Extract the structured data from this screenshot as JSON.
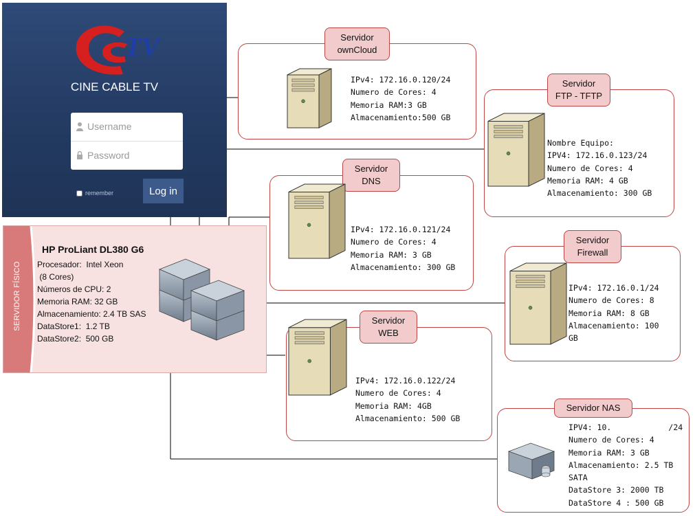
{
  "login": {
    "brand_mark": "TV",
    "brand_name": "CINE CABLE TV",
    "username_placeholder": "Username",
    "password_placeholder": "Password",
    "remember_label": "remember",
    "login_button": "Log in"
  },
  "physical_server": {
    "side_label": "SERVIDOR FÍSICO",
    "title": "HP ProLiant DL380 G6",
    "lines": [
      "Procesador:  Intel Xeon",
      " (8 Cores)",
      "Números de CPU: 2",
      "Memoria RAM: 32 GB",
      "Almacenamiento: 2.4 TB SAS",
      "DataStore1:  1.2 TB",
      "DataStore2:  500 GB"
    ]
  },
  "servers": {
    "owncloud": {
      "tag_line1": "Servidor",
      "tag_line2": "ownCloud",
      "lines": [
        "IPv4: 172.16.0.120/24",
        "Numero de Cores: 4",
        "Memoria RAM:3 GB",
        "Almacenamiento:500 GB"
      ]
    },
    "ftp": {
      "tag_line1": "Servidor",
      "tag_line2": "FTP - TFTP",
      "lines": [
        "Nombre Equipo:",
        "IPV4: 172.16.0.123/24",
        "Numero de Cores: 4",
        "Memoria RAM: 4 GB",
        "Almacenamiento: 300 GB"
      ]
    },
    "dns": {
      "tag_line1": "Servidor",
      "tag_line2": "DNS",
      "lines": [
        "IPv4: 172.16.0.121/24",
        "Numero de Cores: 4",
        "Memoria RAM: 3 GB",
        "Almacenamiento: 300 GB"
      ]
    },
    "firewall": {
      "tag_line1": "Servidor",
      "tag_line2": "Firewall",
      "lines": [
        "IPv4: 172.16.0.1/24",
        "Numero de Cores: 8",
        "Memoria RAM: 8 GB",
        "Almacenamiento: 100",
        "GB"
      ]
    },
    "web": {
      "tag_line1": "Servidor",
      "tag_line2": "WEB",
      "lines": [
        "IPv4: 172.16.0.122/24",
        "Numero de Cores: 4",
        "Memoria RAM: 4GB",
        "Almacenamiento: 500 GB"
      ]
    },
    "nas": {
      "tag_line1": "Servidor NAS",
      "lines": [
        "IPV4: 10.            /24",
        "Numero de Cores: 4",
        "Memoria RAM: 3 GB",
        "Almacenamiento: 2.5 TB",
        "SATA",
        "DataStore 3: 2000 TB",
        "DataStore 4 : 500 GB"
      ]
    }
  },
  "icons": {
    "tower": "tower-server-icon",
    "rack": "rack-server-icon",
    "nas": "nas-storage-icon"
  },
  "colors": {
    "login_bg": "#233a61",
    "logo_red": "#d61f1f",
    "logo_blue": "#1f3fa6",
    "box_border": "#c04545",
    "tag_fill": "#f2cccc",
    "physical_fill": "#f7e1e1",
    "physical_band": "#d97a7a"
  }
}
